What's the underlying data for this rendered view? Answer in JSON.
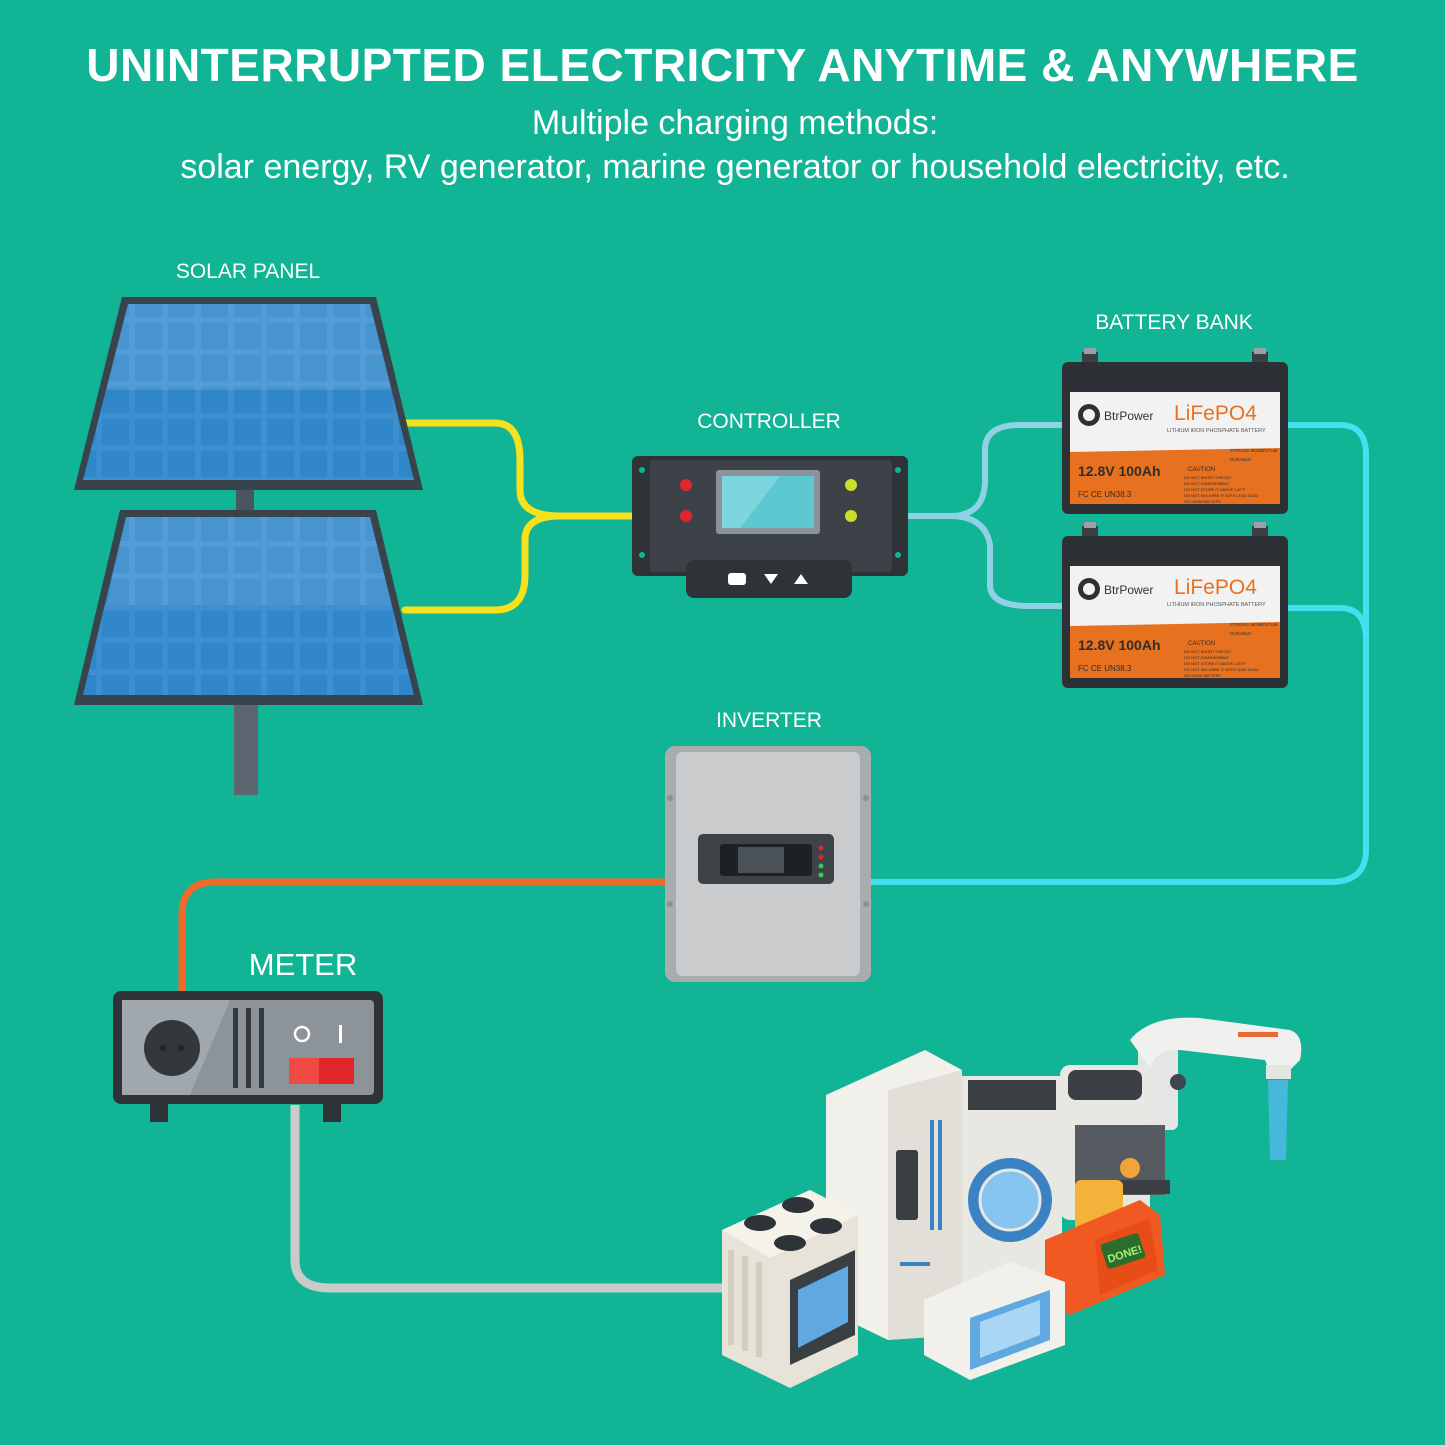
{
  "header": {
    "title": "UNINTERRUPTED ELECTRICITY ANYTIME & ANYWHERE",
    "subtitle_line1": "Multiple charging methods:",
    "subtitle_line2": "solar energy, RV generator, marine generator or household electricity, etc."
  },
  "labels": {
    "solar_panel": "SOLAR PANEL",
    "controller": "CONTROLLER",
    "battery_bank": "BATTERY BANK",
    "inverter": "INVERTER",
    "meter": "METER"
  },
  "battery": {
    "brand": "BtrPower",
    "chemistry": "LiFePO4",
    "tagline": "LITHIUM IRON PHOSPHATE BATTERY",
    "spec": "12.8V 100Ah",
    "features": [
      "STRONG MOMENTUM",
      "DURABLE"
    ],
    "caution_title": "CAUTION",
    "cautions": [
      "DO NOT SHORT CIRCUIT",
      "DO NOT DISASSEMBLE",
      "DO NOT STORE IT ABOVE 140°F",
      "DO NOT MIX-WIRE IT WITH LEAD ACID/",
      "GEL/AGM BATTERY"
    ],
    "certs": "FC CE UN38.3"
  },
  "toaster_text": "DONE!",
  "colors": {
    "background": "#12b496",
    "solar_wire": "#f5e21c",
    "battery_wire_light": "#8fd1e6",
    "battery_wire_cyan": "#45e0f0",
    "inverter_wire": "#f06a2c",
    "load_wire": "#c9cbcb"
  }
}
